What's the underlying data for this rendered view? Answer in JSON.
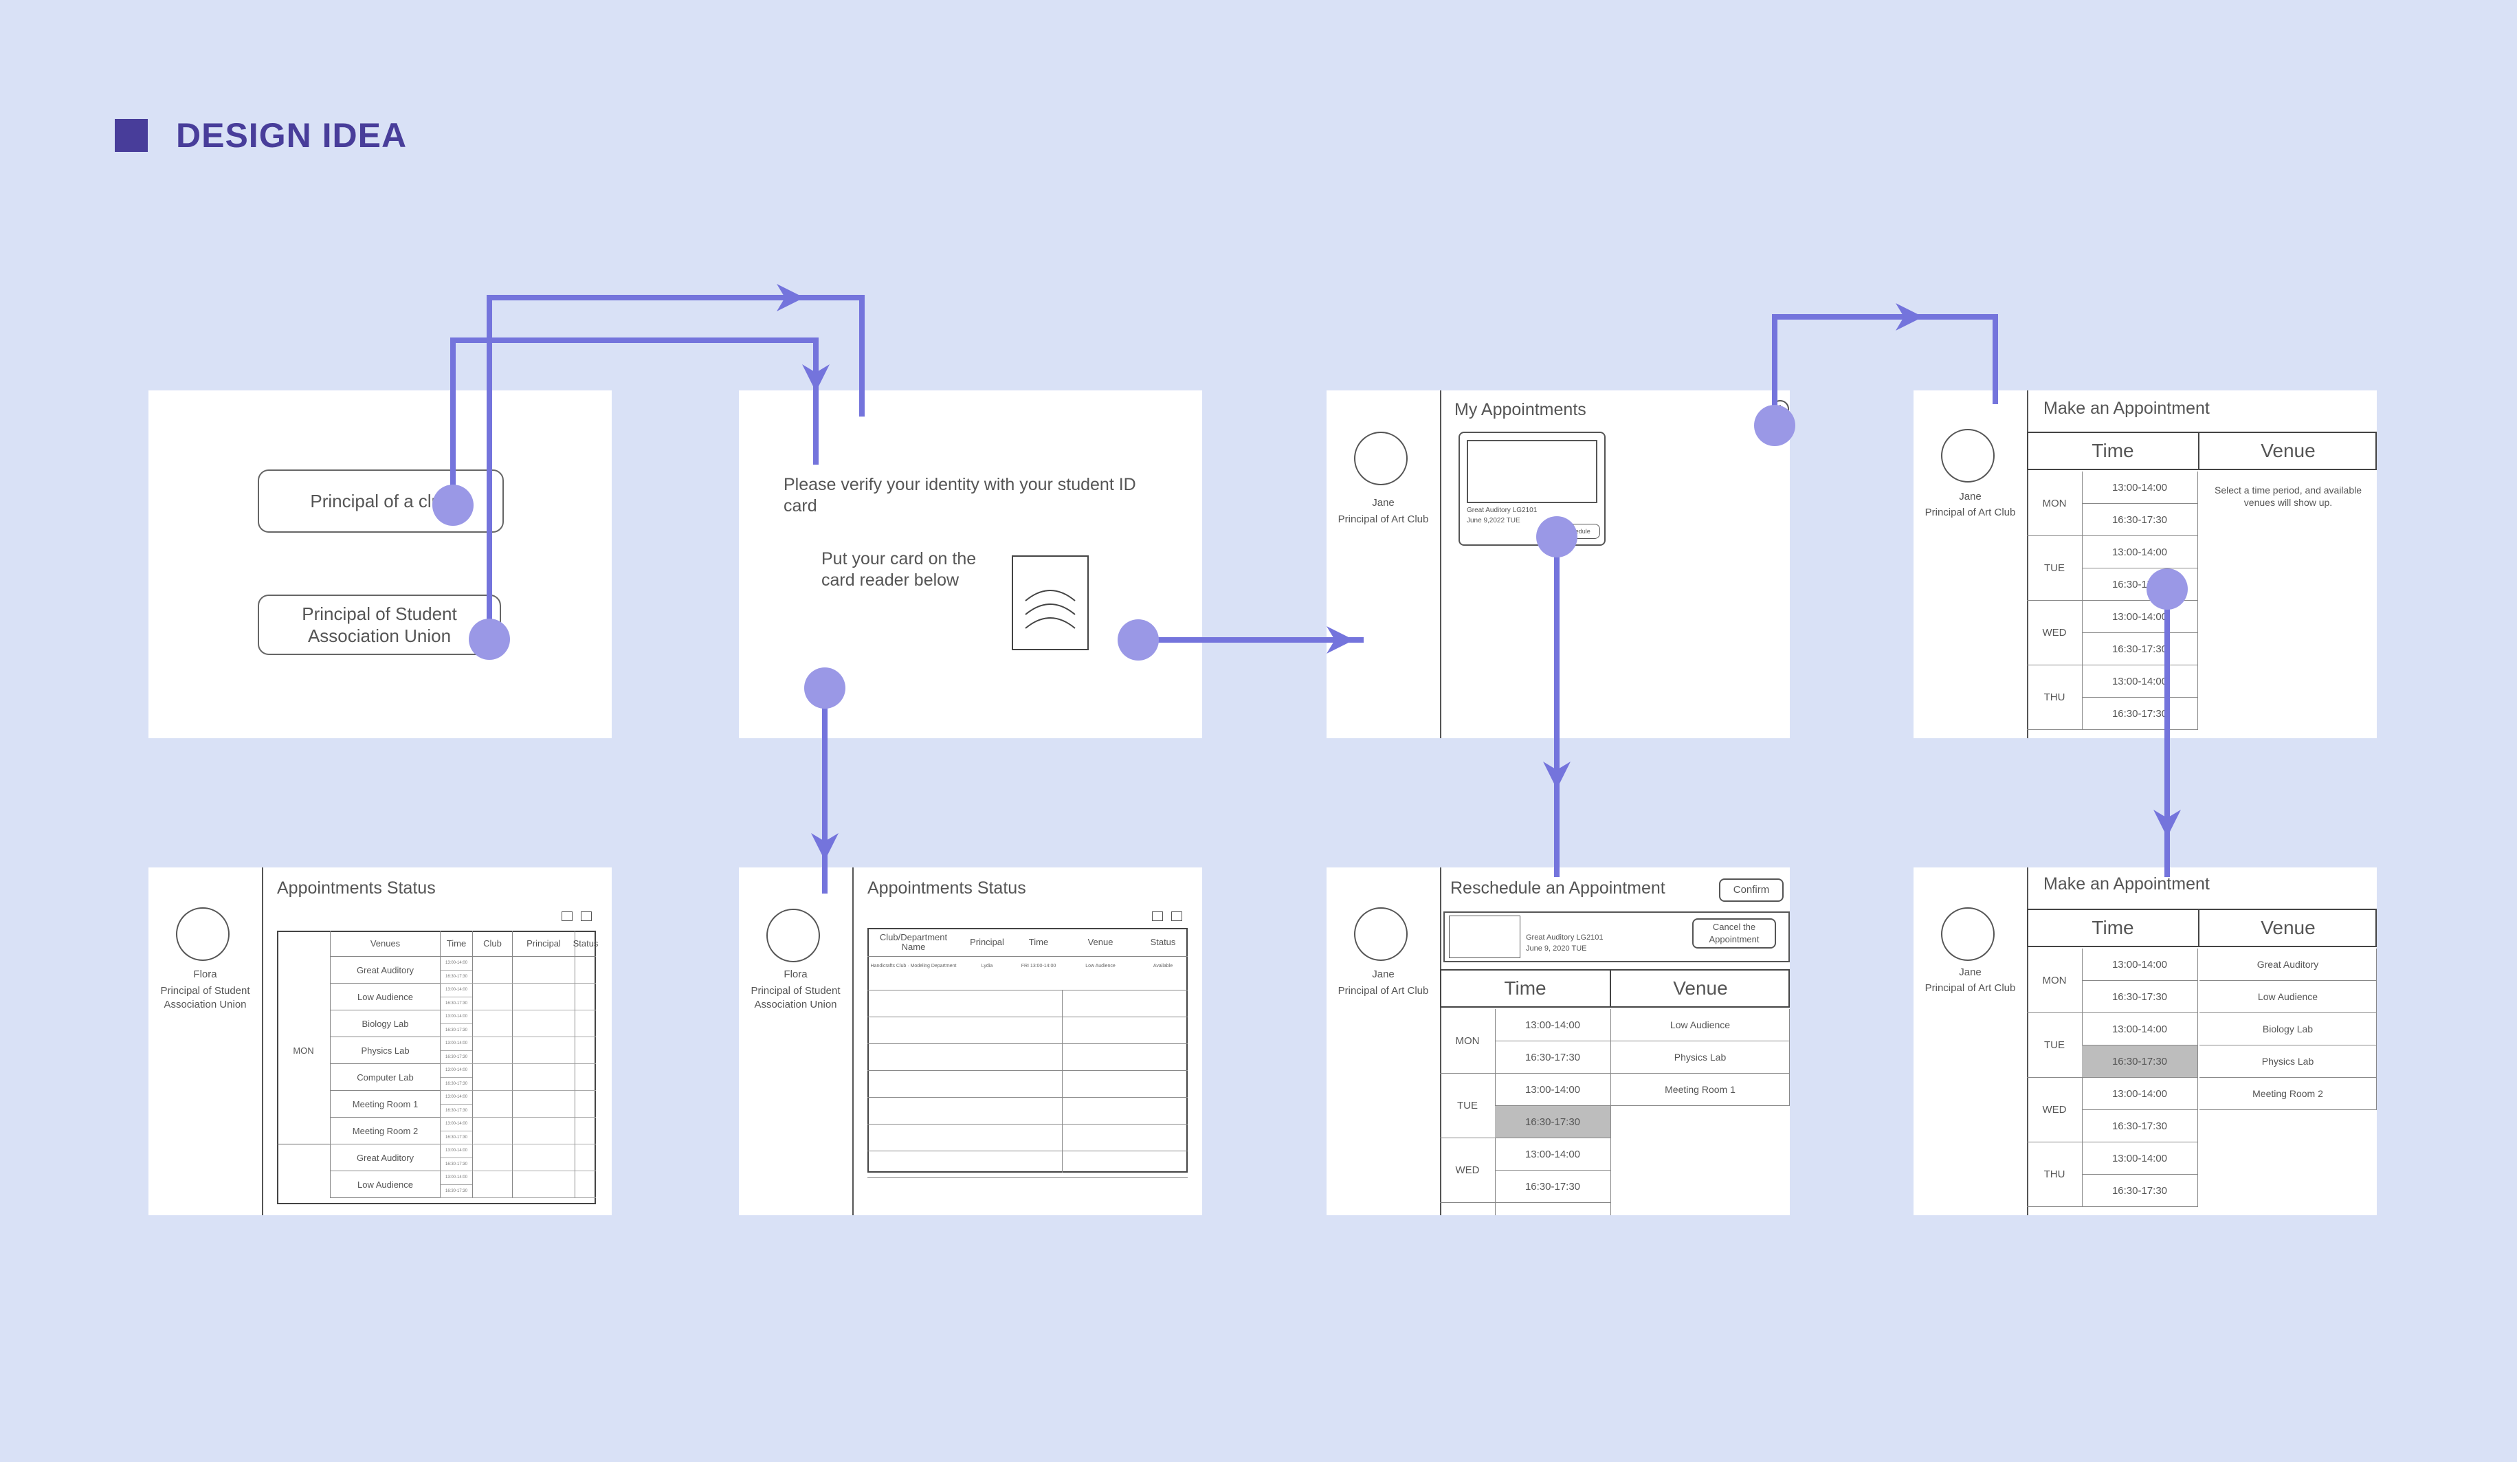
{
  "header": {
    "title": "DESIGN IDEA",
    "accent": "#483d9a",
    "background": "#d9e1f6",
    "flow_color": "#7474dc"
  },
  "s1": {
    "option_club": "Principal of a club",
    "option_union": "Principal of Student Association Union"
  },
  "s2": {
    "verify_text": "Please verify your identity with your student ID card",
    "card_instr": "Put your card on the card reader below"
  },
  "s3": {
    "title": "My Appointments",
    "user_name": "Jane",
    "user_role": "Principal of Art Club",
    "card_venue": "Great Auditory",
    "card_code": "LG2101",
    "card_date": "June 9,2022",
    "card_day": "TUE",
    "card_btn": "Reschedule"
  },
  "s4": {
    "title": "Make an Appointment",
    "user_name": "Jane",
    "user_role": "Principal of Art Club",
    "col_time": "Time",
    "col_venue": "Venue",
    "hint": "Select a time period, and available venues will show up.",
    "days": [
      "MON",
      "TUE",
      "WED",
      "THU"
    ],
    "slots": [
      "13:00-14:00",
      "16:30-17:30",
      "13:00-14:00",
      "16:30-17:30",
      "13:00-14:00",
      "16:30-17:30",
      "13:00-14:00",
      "16:30-17:30"
    ]
  },
  "s5": {
    "title": "Appointments Status",
    "user_name": "Flora",
    "user_role": "Principal of Student Association Union",
    "headers": [
      "Venues",
      "Time",
      "Club",
      "Principal",
      "Status"
    ],
    "day": "MON",
    "venues": [
      "Great Auditory",
      "Low Audience",
      "Biology Lab",
      "Physics Lab",
      "Computer Lab",
      "Meeting Room 1",
      "Meeting Room 2",
      "Great Auditory",
      "Low Audience"
    ],
    "time_pair": [
      "13:00-14:00",
      "16:30-17:30"
    ]
  },
  "s6": {
    "title": "Appointments Status",
    "user_name": "Flora",
    "user_role": "Principal of Student Association Union",
    "headers": [
      "Club/Department Name",
      "Principal",
      "Time",
      "Venue",
      "Status"
    ],
    "row": [
      "Handicrafts Club · Modeling Department",
      "Lydia",
      "FRI 13:00-14:00",
      "Low Audience",
      "Available"
    ]
  },
  "s7": {
    "title": "Reschedule an Appointment",
    "confirm": "Confirm",
    "user_name": "Jane",
    "user_role": "Principal of Art Club",
    "card_venue": "Great Auditory",
    "card_code": "LG2101",
    "card_date": "June 9, 2020",
    "card_day": "TUE",
    "cancel": "Cancel the Appointment",
    "col_time": "Time",
    "col_venue": "Venue",
    "days": [
      "MON",
      "TUE",
      "WED"
    ],
    "slots": [
      "13:00-14:00",
      "16:30-17:30",
      "13:00-14:00",
      "16:30-17:30",
      "13:00-14:00",
      "16:30-17:30"
    ],
    "venues": [
      "Low Audience",
      "Physics Lab",
      "Meeting Room 1"
    ]
  },
  "s8": {
    "title": "Make an Appointment",
    "user_name": "Jane",
    "user_role": "Principal of Art Club",
    "col_time": "Time",
    "col_venue": "Venue",
    "days": [
      "MON",
      "TUE",
      "WED",
      "THU"
    ],
    "slots": [
      "13:00-14:00",
      "16:30-17:30",
      "13:00-14:00",
      "16:30-17:30",
      "13:00-14:00",
      "16:30-17:30",
      "13:00-14:00",
      "16:30-17:30"
    ],
    "venues": [
      "Great Auditory",
      "Low Audience",
      "Biology Lab",
      "Physics Lab",
      "Meeting Room 2"
    ]
  }
}
